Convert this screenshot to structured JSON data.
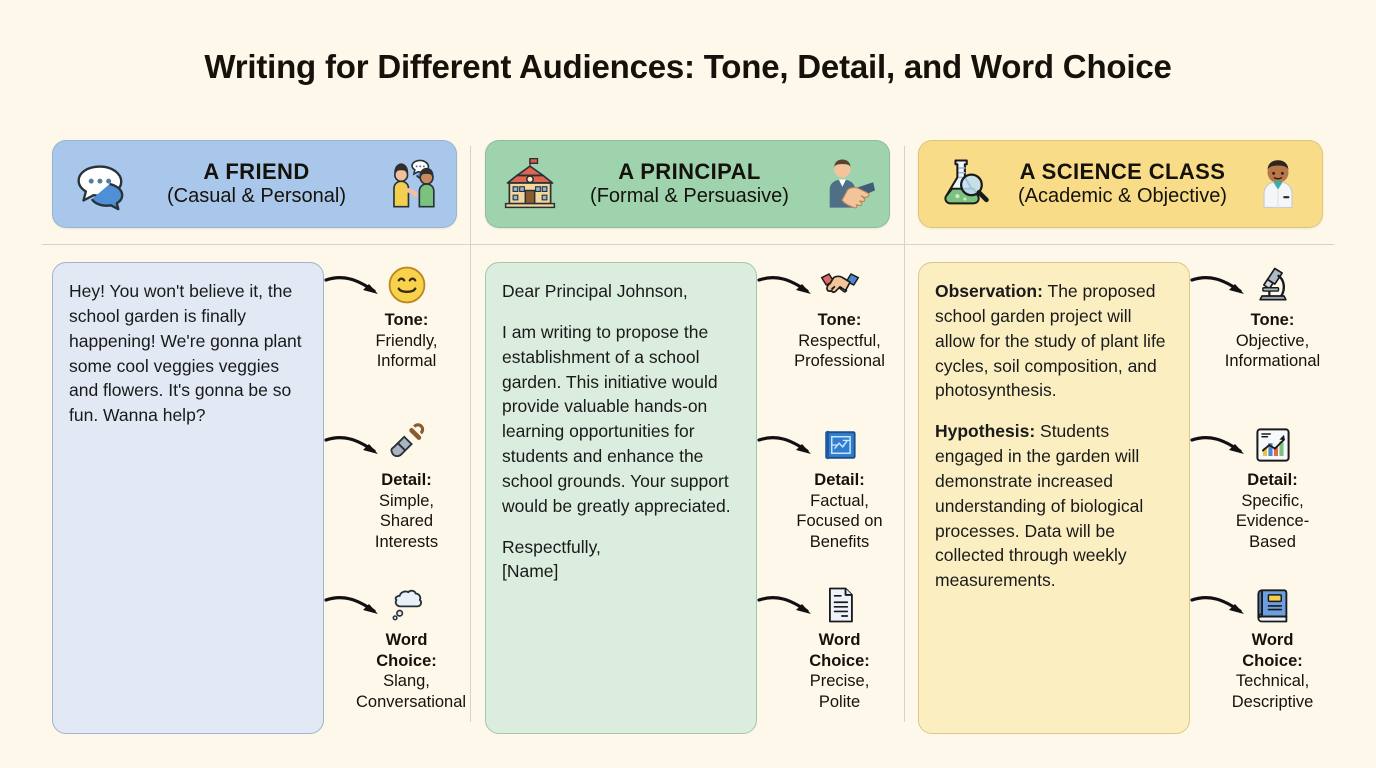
{
  "title": "Writing for Different Audiences: Tone, Detail, and Word Choice",
  "colors": {
    "background": "#FDF8EA",
    "friend_pill": "#A9C7EA",
    "principal_pill": "#9ED3AE",
    "science_pill": "#F8DC87",
    "friend_bubble": "#E2E9F5",
    "principal_bubble": "#DBEDDF",
    "science_bubble": "#FBEFC2",
    "text": "#15120c",
    "divider": "#d6d2c4"
  },
  "columns": [
    {
      "id": "friend",
      "header": {
        "title": "A FRIEND",
        "subtitle": "(Casual & Personal)",
        "left_icon": "speech-bubbles-icon",
        "right_icon": "two-people-talking-icon"
      },
      "message": {
        "paragraphs": [
          "Hey! You won't believe it, the school garden is finally happening! We're gonna plant some cool veggies veggies and flowers. It's gonna be so fun. Wanna help?"
        ]
      },
      "annotations": [
        {
          "icon": "smiley-face-icon",
          "label": "Tone:",
          "value": "Friendly, Informal"
        },
        {
          "icon": "shovel-icon",
          "label": "Detail:",
          "value": "Simple, Shared Interests"
        },
        {
          "icon": "thought-cloud-icon",
          "label": "Word Choice:",
          "value": "Slang, Conversational"
        }
      ]
    },
    {
      "id": "principal",
      "header": {
        "title": "A PRINCIPAL",
        "subtitle": "(Formal & Persuasive)",
        "left_icon": "school-building-icon",
        "right_icon": "handshake-person-icon"
      },
      "message": {
        "paragraphs": [
          "Dear Principal Johnson,",
          "I am writing to propose the establishment of a school garden. This initiative would provide valuable hands-on learning opportunities for students and enhance the school grounds. Your support would be greatly appreciated.",
          "Respectfully,\n[Name]"
        ]
      },
      "annotations": [
        {
          "icon": "handshake-icon",
          "label": "Tone:",
          "value": "Respectful, Professional"
        },
        {
          "icon": "blueprint-icon",
          "label": "Detail:",
          "value": "Factual, Focused on Benefits"
        },
        {
          "icon": "document-icon",
          "label": "Word Choice:",
          "value": "Precise, Polite"
        }
      ]
    },
    {
      "id": "science",
      "header": {
        "title": "A SCIENCE CLASS",
        "subtitle": "(Academic & Objective)",
        "left_icon": "flask-magnifier-icon",
        "right_icon": "scientist-icon"
      },
      "message": {
        "rich_paragraphs": [
          {
            "lead": "Observation:",
            "text": " The proposed school garden project will allow for the study of plant life cycles, soil composition, and photosynthesis."
          },
          {
            "lead": "Hypothesis:",
            "text": " Students engaged in the garden will demonstrate increased understanding of biological processes. Data will be collected through weekly measurements."
          }
        ]
      },
      "annotations": [
        {
          "icon": "microscope-icon",
          "label": "Tone:",
          "value": "Objective, Informational"
        },
        {
          "icon": "bar-chart-icon",
          "label": "Detail:",
          "value": "Specific, Evidence-Based"
        },
        {
          "icon": "book-icon",
          "label": "Word Choice:",
          "value": "Technical, Descriptive"
        }
      ]
    }
  ]
}
